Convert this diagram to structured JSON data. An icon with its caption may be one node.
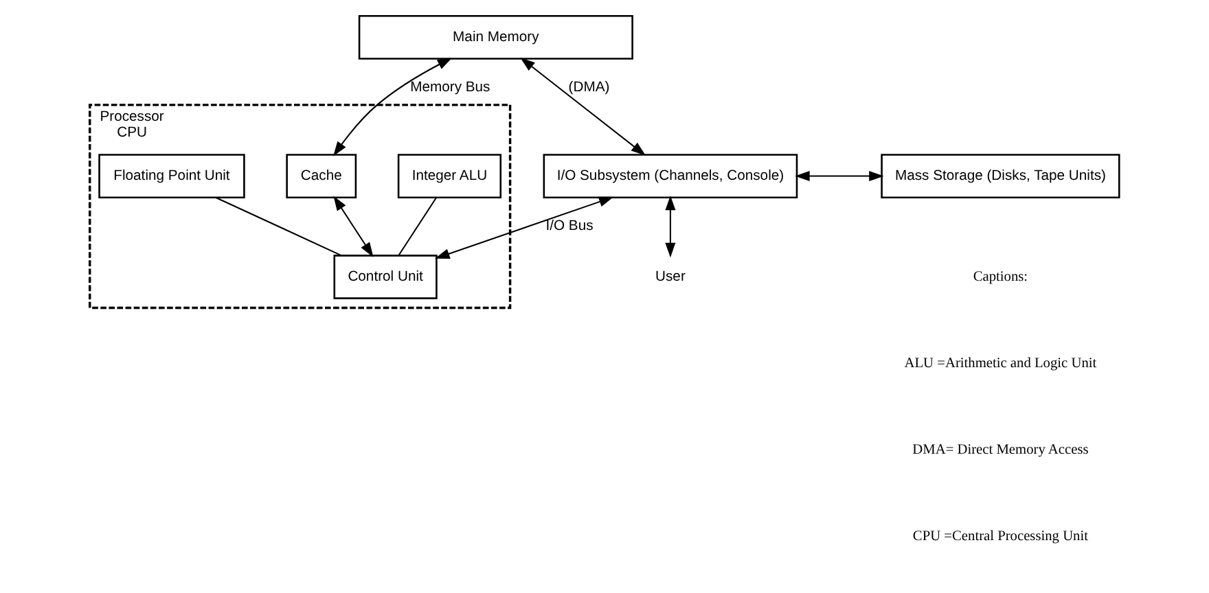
{
  "diagram": {
    "nodes": [
      {
        "text": [
          "Main Memory"
        ]
      },
      {
        "text": [
          "Processor",
          "CPU"
        ]
      },
      {
        "text": [
          "Integer ALU"
        ],
        "in": 1
      },
      {
        "text": [
          "Cache"
        ],
        "in": 1
      },
      {
        "text": [
          "Floating Point Unit"
        ],
        "in": 1
      },
      {
        "text": [
          "Control Unit"
        ],
        "in": 1
      },
      {
        "text": [
          "I/O Subsystem (Channels, Console)"
        ]
      },
      {
        "text": [
          "Mass Storage (Disks, Tape Units)"
        ]
      },
      {
        "text": [
          "User"
        ]
      }
    ],
    "edges": [
      {
        "from": 0,
        "to": 3,
        "arrow": "both",
        "label": "Memory Bus"
      },
      {
        "from": 0,
        "to": 6,
        "arrow": "both",
        "label": "(DMA)"
      },
      {
        "from": 3,
        "to": 5,
        "arrow": "both"
      },
      {
        "from": 2,
        "to": 5,
        "arrow": "none"
      },
      {
        "from": 4,
        "to": 5,
        "arrow": "none"
      },
      {
        "from": 5,
        "to": 6,
        "arrow": "both",
        "label": "I/O Bus"
      },
      {
        "from": 6,
        "to": 7,
        "arrow": "both"
      },
      {
        "from": 6,
        "to": 8,
        "arrow": "both"
      }
    ],
    "labels": [
      "Captions:",
      "ALU =Arithmetic and Logic Unit",
      "DMA= Direct Memory Access",
      "CPU =Central Processing Unit"
    ]
  }
}
